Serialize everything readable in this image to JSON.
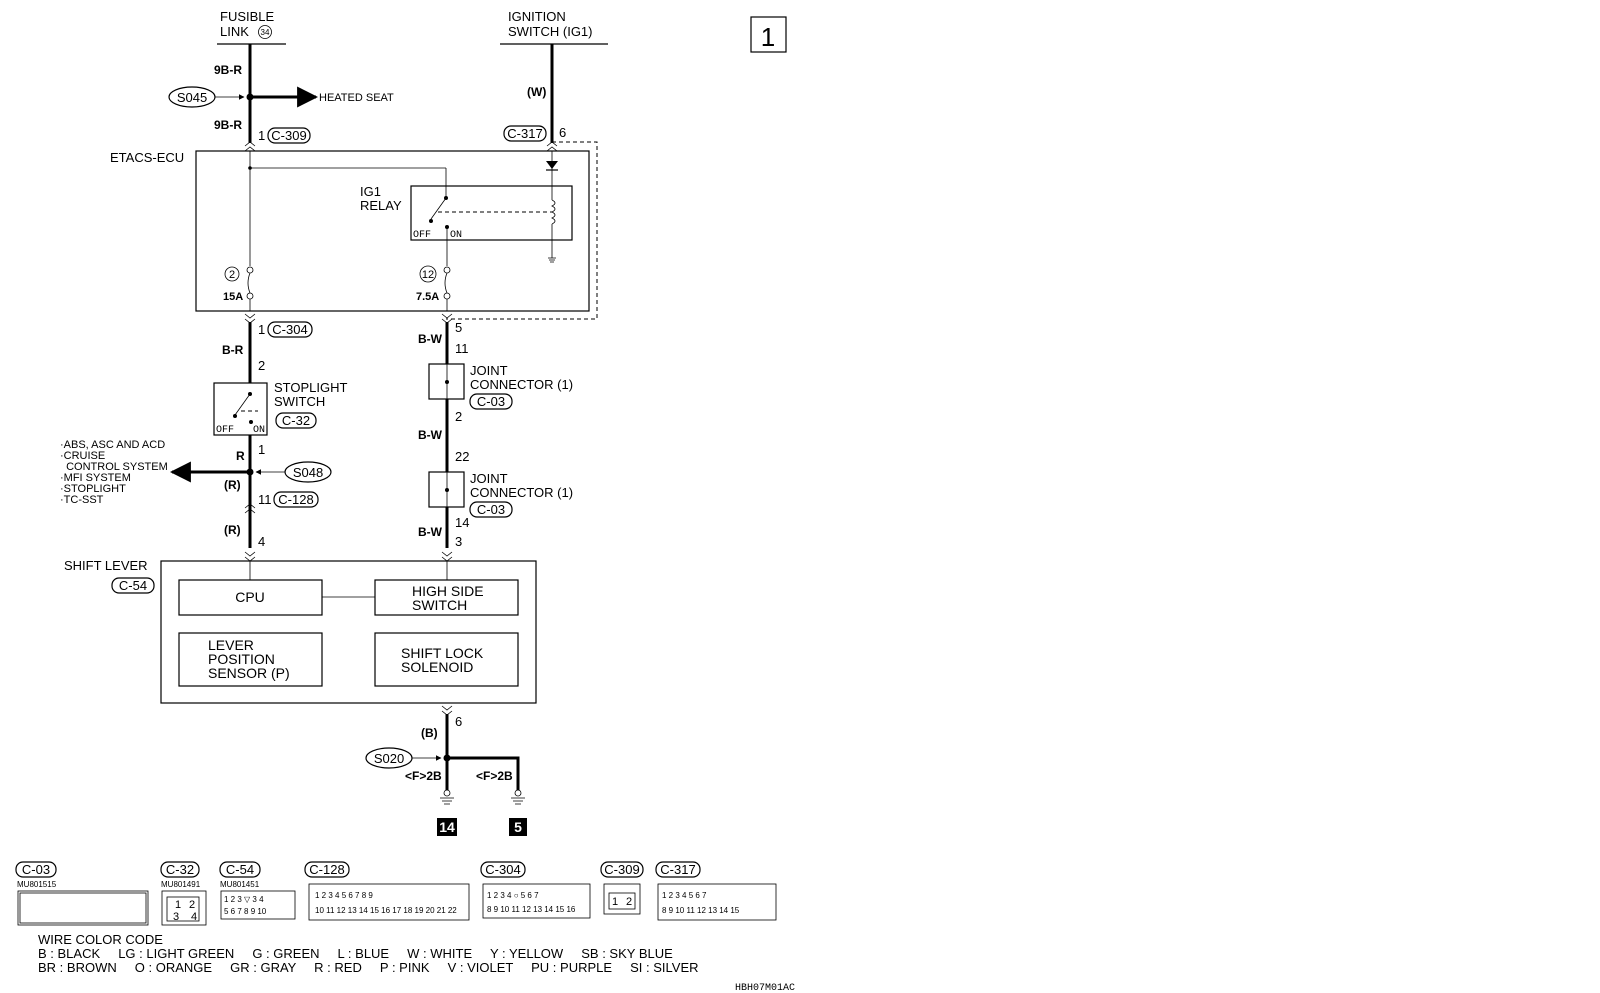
{
  "page_number": "1",
  "diagram_code": "HBH07M01AC",
  "sources": {
    "fusible_link": [
      "FUSIBLE",
      "LINK"
    ],
    "fusible_link_no": "34",
    "ignition_switch": [
      "IGNITION",
      "SWITCH (IG1)"
    ]
  },
  "wires": {
    "w9br_a": "9B-R",
    "w9br_b": "9B-R",
    "w_w": "(W)",
    "br": "B-R",
    "bw1": "B-W",
    "bw2": "B-W",
    "bw3": "B-W",
    "r": "R",
    "r_p1": "(R)",
    "r_p2": "(R)",
    "b": "(B)",
    "f2b_1": "<F>2B",
    "f2b_2": "<F>2B"
  },
  "splices": {
    "s045": "S045",
    "s048": "S048",
    "s020": "S020"
  },
  "heated_seat": "HEATED SEAT",
  "connectors": {
    "c309": "C-309",
    "c317": "C-317",
    "c304": "C-304",
    "c32": "C-32",
    "c03a": "C-03",
    "c03b": "C-03",
    "c128": "C-128",
    "c54": "C-54"
  },
  "pins": {
    "p1_c309": "1",
    "p6_c317": "6",
    "p1_c304": "1",
    "p2_sw": "2",
    "p1_sw": "1",
    "p11_c128": "11",
    "p4_sl": "4",
    "p5": "5",
    "p11_j": "11",
    "p2_j": "2",
    "p22_j": "22",
    "p14_j": "14",
    "p3_sl": "3",
    "p6_sl": "6"
  },
  "etacs": {
    "label": "ETACS-ECU",
    "relay": [
      "IG1",
      "RELAY"
    ],
    "off": "OFF",
    "on": "ON",
    "fuse_a_no": "2",
    "fuse_a_amp": "15A",
    "fuse_b_no": "12",
    "fuse_b_amp": "7.5A"
  },
  "stoplight": {
    "label": [
      "STOPLIGHT",
      "SWITCH"
    ],
    "off": "OFF",
    "on": "ON"
  },
  "joint": [
    "JOINT",
    "CONNECTOR (1)"
  ],
  "stoplight_outputs": [
    "·ABS, ASC AND ACD",
    "·CRUISE",
    "  CONTROL SYSTEM",
    "·MFI SYSTEM",
    "·STOPLIGHT",
    "·TC-SST"
  ],
  "shift_lever": {
    "label": "SHIFT LEVER",
    "cpu": "CPU",
    "hss": [
      "HIGH SIDE",
      "SWITCH"
    ],
    "lps": [
      "LEVER",
      "POSITION",
      "SENSOR (P)"
    ],
    "sls": [
      "SHIFT LOCK",
      "SOLENOID"
    ]
  },
  "grounds": {
    "g14": "14",
    "g5": "5"
  },
  "connector_views": [
    {
      "name": "C-03",
      "part": "MU801515"
    },
    {
      "name": "C-32",
      "part": "MU801491"
    },
    {
      "name": "C-54",
      "part": "MU801451"
    },
    {
      "name": "C-128",
      "part": ""
    },
    {
      "name": "C-304",
      "part": ""
    },
    {
      "name": "C-309",
      "part": ""
    },
    {
      "name": "C-317",
      "part": ""
    }
  ],
  "wire_code": {
    "title": "WIRE COLOR CODE",
    "row1": "B : BLACK     LG : LIGHT GREEN     G : GREEN     L : BLUE     W : WHITE     Y : YELLOW     SB : SKY BLUE",
    "row2": "BR : BROWN     O : ORANGE     GR : GRAY     R : RED     P : PINK     V : VIOLET     PU : PURPLE     SI : SILVER"
  }
}
